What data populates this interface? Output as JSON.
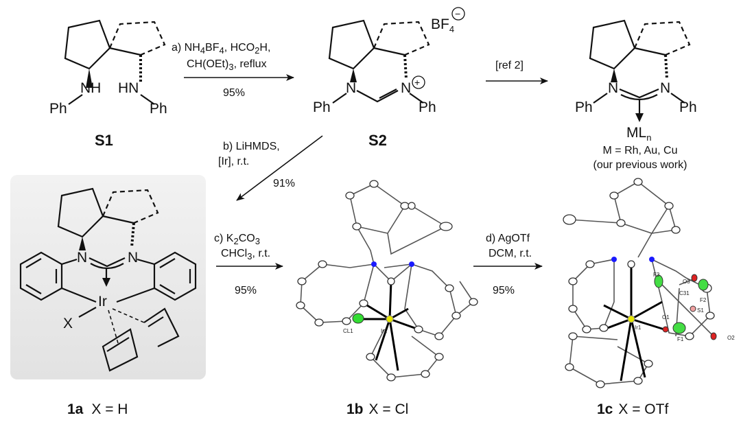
{
  "compounds": {
    "s1": {
      "label": "S1",
      "nh_left": "NH",
      "nh_right": "HN",
      "ph_left": "Ph",
      "ph_right": "Ph"
    },
    "s2": {
      "label": "S2",
      "counterion": "BF",
      "counterion_sub": "4",
      "charge_minus": "−",
      "charge_plus": "+",
      "n_left": "N",
      "n_right": "N",
      "ph_left": "Ph",
      "ph_right": "Ph"
    },
    "prev": {
      "n_left": "N",
      "n_right": "N",
      "ph_left": "Ph",
      "ph_right": "Ph",
      "metal": "ML",
      "metal_sub": "n",
      "metals": "M = Rh, Au, Cu",
      "note": "(our previous work)"
    },
    "c1a": {
      "label_bold": "1a",
      "label_rest": "X = H",
      "n_left": "N",
      "n_right": "N",
      "metal": "Ir",
      "x": "X"
    },
    "c1b": {
      "label_bold": "1b",
      "label_rest": "X = Cl",
      "atom_cl": "CL1",
      "atom_ir": "Ir1"
    },
    "c1c": {
      "label_bold": "1c",
      "label_rest": "X = OTf",
      "atoms": [
        "F3",
        "O3",
        "C31",
        "F2",
        "S1",
        "O1",
        "Ir1",
        "F1",
        "O2"
      ]
    }
  },
  "steps": {
    "a": {
      "line1": [
        "a) NH",
        "4",
        "BF",
        "4",
        ", HCO",
        "2",
        "H,"
      ],
      "line2": [
        "CH(OEt)",
        "3",
        ", reflux"
      ],
      "yield": "95%"
    },
    "ref": {
      "label": "[ref 2]"
    },
    "b": {
      "line1": "b) LiHMDS,",
      "line2": "[Ir], r.t.",
      "yield": "91%"
    },
    "c": {
      "line1": [
        "c) K",
        "2",
        "CO",
        "3"
      ],
      "line2": [
        "CHCl",
        "3",
        ", r.t."
      ],
      "yield": "95%"
    },
    "d": {
      "line1": "d) AgOTf",
      "line2": "DCM, r.t.",
      "yield": "95%"
    }
  },
  "colors": {
    "panel": "#ebebeb",
    "nitrogen": "#1a1aff",
    "iridium": "#e6e600",
    "chlorine": "#33dd33",
    "fluorine": "#44dd44",
    "oxygen": "#dd2222"
  }
}
